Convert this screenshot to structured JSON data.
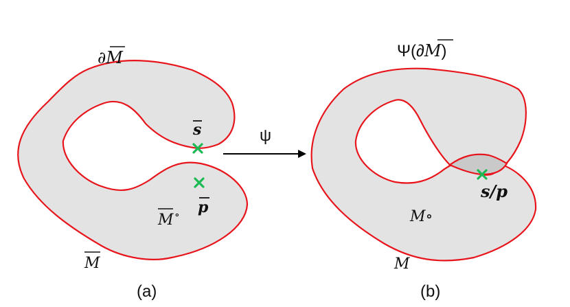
{
  "figure": {
    "panel_a": {
      "boundary_label": "∂M",
      "boundary_overline": "M",
      "point_s_label": "s",
      "point_p_label": "p",
      "interior_label": "M",
      "interior_sup": "∘",
      "closure_label": "M",
      "caption": "(a)"
    },
    "map": {
      "label": "ψ"
    },
    "panel_b": {
      "boundary_label_prefix": "Ψ(∂",
      "boundary_label_M": "M",
      "boundary_label_suffix": ")",
      "merged_point_label": "s/p",
      "interior_label": "M∘",
      "manifold_label": "M",
      "caption": "(b)"
    },
    "colors": {
      "boundary": "#e8141b",
      "fill": "#e3e3e3",
      "overlap_fill": "#c9c9c9",
      "marker": "#1db954",
      "arrow": "#000000"
    }
  }
}
